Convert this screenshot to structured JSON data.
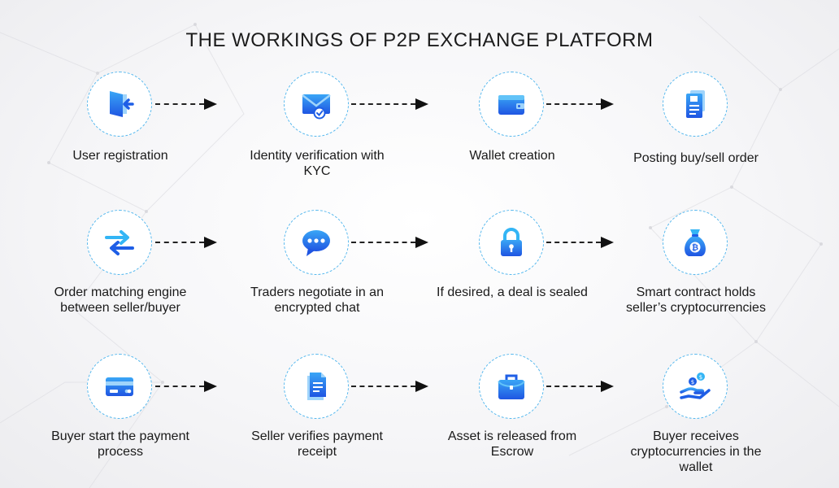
{
  "title": "THE WORKINGS OF P2P EXCHANGE PLATFORM",
  "colors": {
    "accent": "#1e6fe6",
    "accent_light": "#33b5f5",
    "circle_border": "#56b8ee",
    "arrow": "#111111"
  },
  "steps": [
    {
      "label": "User registration",
      "icon": "door-enter-icon"
    },
    {
      "label": "Identity verification with KYC",
      "icon": "envelope-check-icon"
    },
    {
      "label": "Wallet creation",
      "icon": "wallet-icon"
    },
    {
      "label": "Posting buy/sell order",
      "icon": "order-document-icon"
    },
    {
      "label": "Order matching engine between seller/buyer",
      "icon": "swap-arrows-icon"
    },
    {
      "label": "Traders negotiate in an encrypted chat",
      "icon": "chat-bubble-icon"
    },
    {
      "label": "If desired, a deal is sealed",
      "icon": "padlock-icon"
    },
    {
      "label": "Smart contract holds seller’s cryptocurrencies",
      "icon": "bitcoin-bag-icon"
    },
    {
      "label": "Buyer start the payment process",
      "icon": "credit-card-icon"
    },
    {
      "label": "Seller verifies payment receipt",
      "icon": "receipt-document-icon"
    },
    {
      "label": "Asset is released from Escrow",
      "icon": "briefcase-icon"
    },
    {
      "label": "Buyer receives cryptocurrencies in the wallet",
      "icon": "hand-coins-icon"
    }
  ]
}
